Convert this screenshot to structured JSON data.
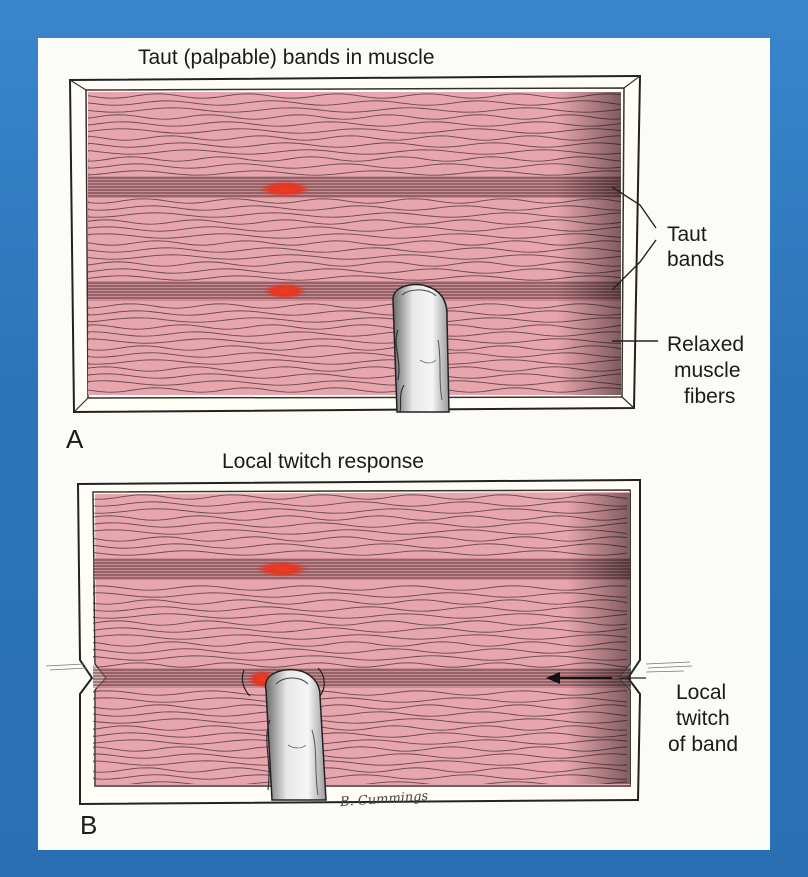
{
  "panel_a": {
    "title": "Taut (palpable) bands in muscle",
    "letter": "A",
    "label_taut_line1": "Taut",
    "label_taut_line2": "bands",
    "label_relaxed_line1": "Relaxed",
    "label_relaxed_line2": "muscle",
    "label_relaxed_line3": "fibers"
  },
  "panel_b": {
    "title": "Local twitch response",
    "letter": "B",
    "label_twitch_line1": "Local",
    "label_twitch_line2": "twitch",
    "label_twitch_line3": "of band",
    "signature": "B. Cummings"
  },
  "colors": {
    "border_blue": "#2c74b8",
    "muscle_pink": "#e8a6ad",
    "fiber_line": "#3b2a2e",
    "trigger_red": "#e8321e"
  }
}
